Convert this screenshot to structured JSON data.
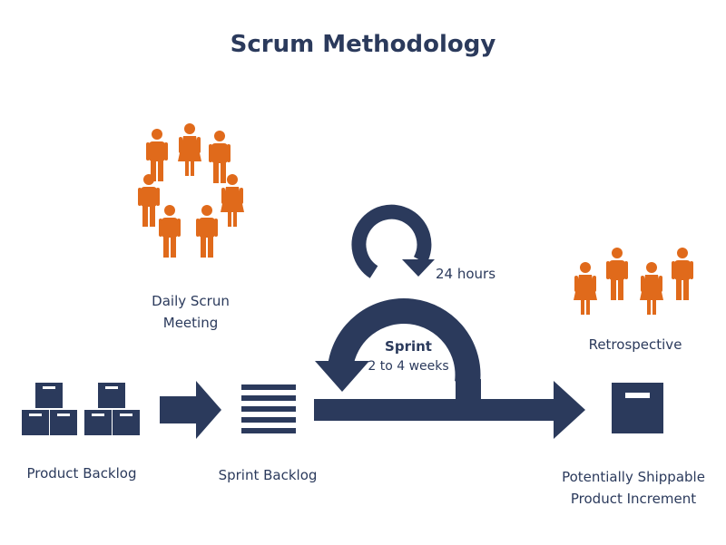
{
  "title": "Scrum Methodology",
  "labels": {
    "daily_scrum": [
      "Daily Scrun",
      "Meeting"
    ],
    "hours": "24 hours",
    "sprint": "Sprint",
    "sprint_duration": "2 to 4 weeks",
    "retrospective": "Retrospective",
    "product_backlog": "Product Backlog",
    "sprint_backlog": "Sprint Backlog",
    "increment": [
      "Potentially Shippable",
      "Product Increment"
    ]
  },
  "colors": {
    "navy": "#2b3a5c",
    "orange": "#e06a1b"
  }
}
